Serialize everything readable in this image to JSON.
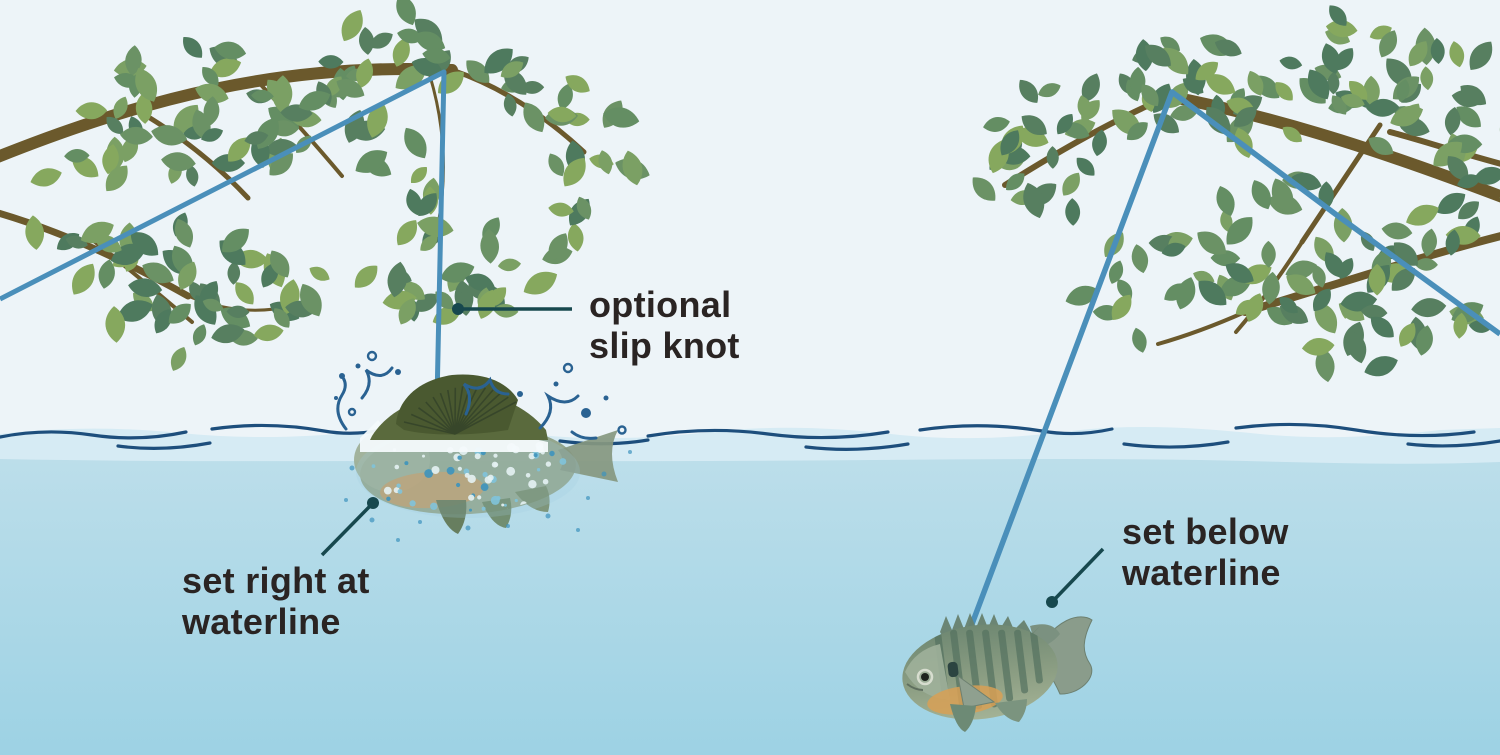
{
  "diagram": {
    "labels": {
      "slip_knot": "optional\nslip knot",
      "set_right": "set right at\nwaterline",
      "set_below": "set below\nwaterline"
    },
    "colors": {
      "sky": "#edf4f8",
      "water_top": "#bcdeea",
      "water_bottom": "#9dd2e4",
      "surface_band": "#d6ebf4",
      "wave_stroke": "#1d4e7c",
      "fishing_line": "#4a8fba",
      "callout": "#17484e",
      "label_text": "#2a2423",
      "branch": "#6b592c",
      "splash": "#2a6292",
      "leaf_greens": [
        "#4e7a5e",
        "#6b9265",
        "#577f60",
        "#7ba064",
        "#86a85e",
        "#648e63"
      ]
    }
  }
}
